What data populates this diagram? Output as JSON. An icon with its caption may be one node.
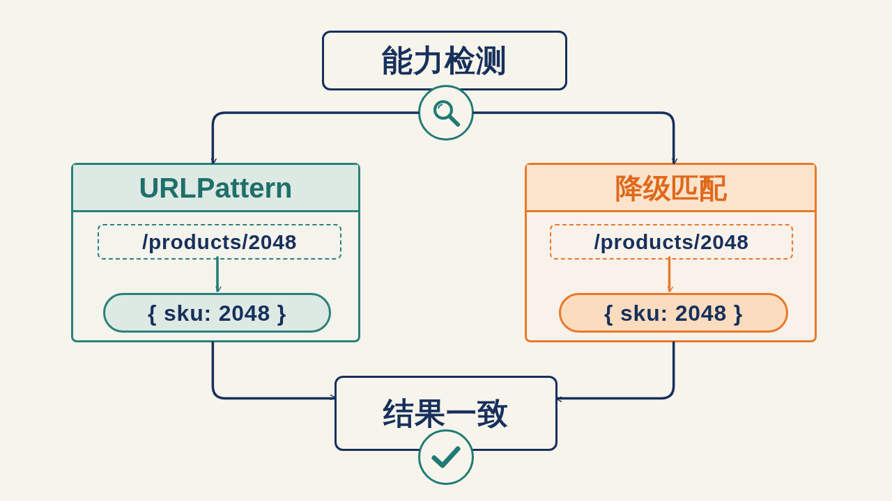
{
  "diagram": {
    "nodes": [
      {
        "text": [
          "能力检测"
        ]
      },
      {
        "text": [],
        "shape": "circle"
      },
      {
        "text": [
          "URLPattern"
        ]
      },
      {
        "text": [
          "/products/2048"
        ],
        "in": 2
      },
      {
        "text": [
          "{ sku: 2048 }"
        ],
        "in": 2
      },
      {
        "text": [
          "降级匹配"
        ]
      },
      {
        "text": [
          "/products/2048"
        ],
        "in": 5
      },
      {
        "text": [
          "{ sku: 2048 }"
        ],
        "in": 5
      },
      {
        "text": [
          "结果一致"
        ]
      },
      {
        "text": [],
        "shape": "circle"
      }
    ],
    "edges": [
      {
        "from": 1,
        "to": 2,
        "arrow": "to"
      },
      {
        "from": 1,
        "to": 5,
        "arrow": "to"
      },
      {
        "from": 3,
        "to": 4,
        "arrow": "to",
        "color": "#1f7a74"
      },
      {
        "from": 6,
        "to": 7,
        "arrow": "to",
        "color": "#e8782a"
      },
      {
        "from": 2,
        "to": 8,
        "arrow": "to"
      },
      {
        "from": 5,
        "to": 8,
        "arrow": "to"
      }
    ]
  }
}
